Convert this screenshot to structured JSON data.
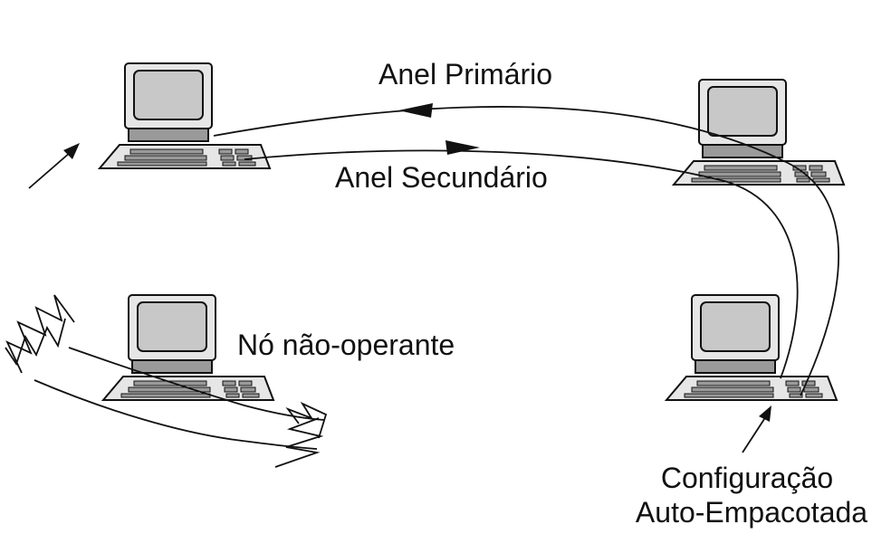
{
  "labels": {
    "primary_ring": "Anel Primário",
    "secondary_ring": "Anel Secundário",
    "failed_node": "Nó não-operante",
    "self_wrap_line1": "Configuração",
    "self_wrap_line2": "Auto-Empacotada"
  },
  "colors": {
    "ink": "#111111",
    "screen": "#c8c8c8",
    "case": "#e6e6e6",
    "keyboard_shade": "#9a9a9a"
  },
  "icons": [
    "computer-icon",
    "arrow-icon",
    "break-zigzag-icon"
  ]
}
